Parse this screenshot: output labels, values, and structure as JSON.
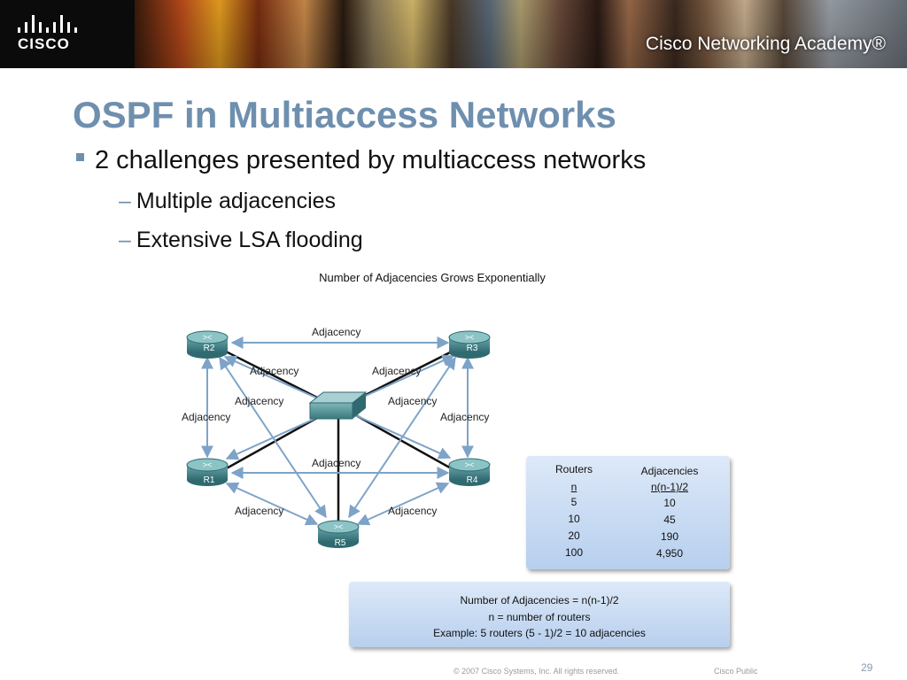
{
  "banner": {
    "logo_text": "CISCO",
    "academy_text": "Cisco Networking Academy®"
  },
  "slide": {
    "title": "OSPF in Multiaccess Networks",
    "bullet": "2 challenges presented by multiaccess networks",
    "sub_items": [
      "Multiple adjacencies",
      "Extensive LSA flooding"
    ],
    "dash": "–"
  },
  "figure": {
    "caption": "Number of Adjacencies Grows Exponentially",
    "routers": [
      "R1",
      "R2",
      "R3",
      "R4",
      "R5"
    ],
    "adjacency_label": "Adjacency"
  },
  "table": {
    "headers": [
      "Routers",
      "Adjacencies"
    ],
    "rows": [
      [
        "n",
        "n(n-1)/2"
      ],
      [
        "5",
        "10"
      ],
      [
        "10",
        "45"
      ],
      [
        "20",
        "190"
      ],
      [
        "100",
        "4,950"
      ]
    ]
  },
  "formula": {
    "line1": "Number of Adjacencies = n(n-1)/2",
    "line2": "n = number of routers",
    "line3": "Example: 5 routers (5 - 1)/2 = 10 adjacencies"
  },
  "footer": {
    "copyright": "© 2007 Cisco Systems, Inc. All rights reserved.",
    "classification": "Cisco Public",
    "page_number": "29"
  },
  "colors": {
    "title": "#6f8fae",
    "arrow": "#7ea3c8",
    "router": "#3f7f84"
  }
}
